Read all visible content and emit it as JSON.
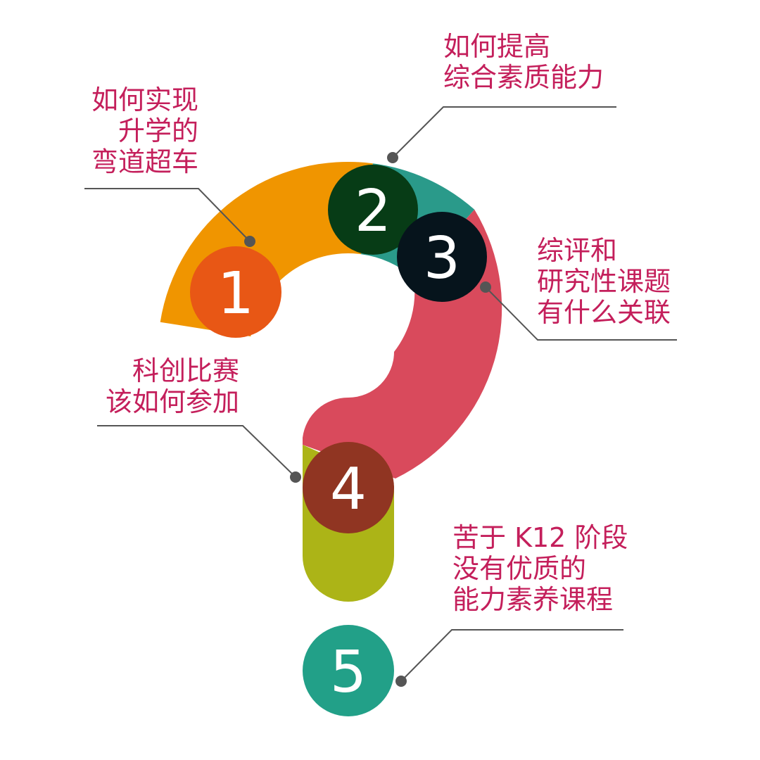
{
  "colors": {
    "segment1": "#f09500",
    "segment2": "#2a9a8a",
    "segment3": "#d94a5c",
    "segment4": "#acb417",
    "circle1": "#e85715",
    "circle2": "#073c16",
    "circle3": "#06141c",
    "circle4": "#903522",
    "circle5": "#22a088",
    "text": "#c41f5b",
    "connector": "#555555"
  },
  "items": [
    {
      "number": "1",
      "lines": [
        "如何实现",
        "升学的",
        "弯道超车"
      ]
    },
    {
      "number": "2",
      "lines": [
        "如何提高",
        "综合素质能力"
      ]
    },
    {
      "number": "3",
      "lines": [
        "综评和",
        "研究性课题",
        "有什么关联"
      ]
    },
    {
      "number": "4",
      "lines": [
        "科创比赛",
        "该如何参加"
      ]
    },
    {
      "number": "5",
      "lines": [
        "苦于 K12 阶段",
        "没有优质的",
        "能力素养课程"
      ]
    }
  ]
}
